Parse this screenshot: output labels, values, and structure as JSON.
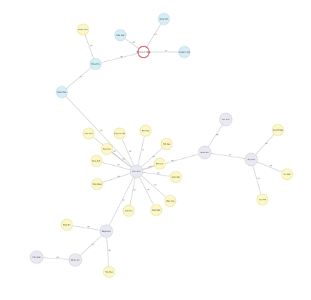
{
  "graph": {
    "nodes": [
      {
        "id": "n1",
        "label": "Peter Elm"
      },
      {
        "id": "n2",
        "label": "Blue Dry"
      },
      {
        "id": "n3",
        "label": "Norma C Twig"
      },
      {
        "id": "n4",
        "label": "Kelly Elm"
      },
      {
        "id": "n5",
        "label": "Gregory Aly"
      },
      {
        "id": "n6",
        "label": "Oak Isle"
      },
      {
        "id": "n7",
        "label": "Reed Pea"
      },
      {
        "id": "n8",
        "label": "Pine Fair"
      },
      {
        "id": "n9",
        "label": "Ole Yard"
      },
      {
        "id": "n10",
        "label": "Hay Ho Mill"
      },
      {
        "id": "n11",
        "label": "Elm Tay"
      },
      {
        "id": "n12",
        "label": "Hill Key"
      },
      {
        "id": "n13",
        "label": "Rye Ash"
      },
      {
        "id": "n14",
        "label": "Hay Dale"
      },
      {
        "id": "n15",
        "label": "Ash Fox"
      },
      {
        "id": "n16",
        "label": "Dell Oak"
      },
      {
        "id": "n17",
        "label": "Bay Lea"
      },
      {
        "id": "n18",
        "label": "Glen Wy"
      },
      {
        "id": "n19",
        "label": "Roe Fen"
      },
      {
        "id": "n20",
        "label": "Elm Kai"
      },
      {
        "id": "n21",
        "label": "Mesa Tor"
      },
      {
        "id": "n22",
        "label": "Kai Dun"
      },
      {
        "id": "n23",
        "label": "Bry Fell"
      },
      {
        "id": "n24",
        "label": "Oak Ridge"
      },
      {
        "id": "n25",
        "label": "Tor Ash"
      },
      {
        "id": "n26",
        "label": "Ivy Hall"
      },
      {
        "id": "n27",
        "label": "Sage Ley"
      },
      {
        "id": "n28",
        "label": "Bee Tor"
      },
      {
        "id": "n29",
        "label": "Wren Lin"
      },
      {
        "id": "n30",
        "label": "Fen Oak"
      },
      {
        "id": "n31",
        "label": "Tay Roe"
      }
    ],
    "edges": [
      {
        "from": "n1",
        "to": "n2",
        "label": "rel"
      },
      {
        "from": "n2",
        "to": "n3",
        "label": "rel"
      },
      {
        "from": "n3",
        "to": "n4",
        "label": "rel"
      },
      {
        "from": "n3",
        "to": "n5",
        "label": "rel"
      },
      {
        "from": "n3",
        "to": "n6",
        "label": "rel"
      },
      {
        "from": "n2",
        "to": "n7",
        "label": "rel"
      },
      {
        "from": "n7",
        "to": "n8",
        "label": "rel"
      },
      {
        "from": "n8",
        "to": "n9",
        "label": "rel"
      },
      {
        "from": "n8",
        "to": "n10",
        "label": "rel"
      },
      {
        "from": "n8",
        "to": "n11",
        "label": "rel"
      },
      {
        "from": "n8",
        "to": "n12",
        "label": "rel"
      },
      {
        "from": "n8",
        "to": "n13",
        "label": "rel"
      },
      {
        "from": "n8",
        "to": "n14",
        "label": "rel"
      },
      {
        "from": "n8",
        "to": "n15",
        "label": "rel"
      },
      {
        "from": "n8",
        "to": "n16",
        "label": "rel"
      },
      {
        "from": "n8",
        "to": "n17",
        "label": "rel"
      },
      {
        "from": "n8",
        "to": "n18",
        "label": "rel"
      },
      {
        "from": "n8",
        "to": "n19",
        "label": "rel"
      },
      {
        "from": "n8",
        "to": "n20",
        "label": "rel"
      },
      {
        "from": "n8",
        "to": "n21",
        "label": "rel"
      },
      {
        "from": "n21",
        "to": "n22",
        "label": "rel"
      },
      {
        "from": "n21",
        "to": "n23",
        "label": "rel"
      },
      {
        "from": "n23",
        "to": "n24",
        "label": "rel"
      },
      {
        "from": "n23",
        "to": "n25",
        "label": "rel"
      },
      {
        "from": "n23",
        "to": "n26",
        "label": "rel"
      },
      {
        "from": "n8",
        "to": "n27",
        "label": "rel"
      },
      {
        "from": "n27",
        "to": "n28",
        "label": "rel"
      },
      {
        "from": "n27",
        "to": "n29",
        "label": "rel"
      },
      {
        "from": "n29",
        "to": "n30",
        "label": "rel"
      },
      {
        "from": "n27",
        "to": "n31",
        "label": "rel"
      }
    ]
  }
}
